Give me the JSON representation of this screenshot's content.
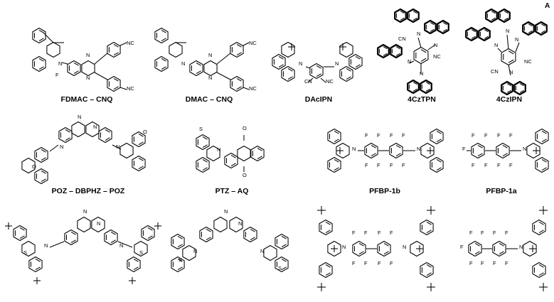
{
  "panel_label": "A",
  "molecules": [
    {
      "id": "fdmac-cnq",
      "name": "FDMAC – CNQ",
      "atoms": {
        "n1": "N",
        "n2": "N",
        "n3": "N",
        "f": "F",
        "cn1": "NC",
        "cn2": "NC"
      }
    },
    {
      "id": "dmac-cnq",
      "name": "DMAC – CNQ",
      "atoms": {
        "n1": "N",
        "n2": "N",
        "n3": "N",
        "cn1": "NC",
        "cn2": "NC"
      }
    },
    {
      "id": "dacipn",
      "name": "DAcIPN",
      "atoms": {
        "n1": "N",
        "n2": "N",
        "cn1": "CN",
        "cn2": "NC"
      }
    },
    {
      "id": "4cztpn",
      "name": "4CzTPN",
      "atoms": {
        "n1": "N",
        "n2": "N",
        "n3": "N",
        "n4": "N",
        "cn1": "CN",
        "cn2": "NC"
      }
    },
    {
      "id": "4czipn",
      "name": "4CzIPN",
      "atoms": {
        "n1": "N",
        "n2": "N",
        "n3": "N",
        "n4": "N",
        "cn1": "NC",
        "cn2": "CN"
      }
    },
    {
      "id": "poz-dbphz-poz",
      "name": "POZ – DBPHZ – POZ",
      "atoms": {
        "n1": "N",
        "n2": "N",
        "n3": "N",
        "n4": "N",
        "o1": "O",
        "o2": "O"
      }
    },
    {
      "id": "ptz-aq",
      "name": "PTZ – AQ",
      "atoms": {
        "s": "S",
        "n": "N",
        "o1": "O",
        "o2": "O"
      }
    },
    {
      "id": "pfbp-1b",
      "name": "PFBP-1b",
      "atoms": {
        "n1": "N",
        "n2": "N",
        "f": "F"
      }
    },
    {
      "id": "pfbp-1a",
      "name": "PFBP-1a",
      "atoms": {
        "n": "N",
        "f": "F"
      }
    },
    {
      "id": "tbu-ptz-dbphz",
      "name": "",
      "atoms": {
        "n1": "N",
        "n2": "N",
        "n3": "N",
        "n4": "N",
        "s1": "S",
        "s2": "S"
      }
    },
    {
      "id": "ptz-dbphz-ptz",
      "name": "",
      "atoms": {
        "n1": "N",
        "n2": "N",
        "n3": "N",
        "n4": "N",
        "s1": "S",
        "s2": "S"
      }
    },
    {
      "id": "tbu-pfbp-1b",
      "name": "",
      "atoms": {
        "n1": "N",
        "n2": "N",
        "f": "F"
      }
    },
    {
      "id": "tbu-pfbp-1a",
      "name": "",
      "atoms": {
        "n": "N",
        "f": "F"
      }
    }
  ]
}
